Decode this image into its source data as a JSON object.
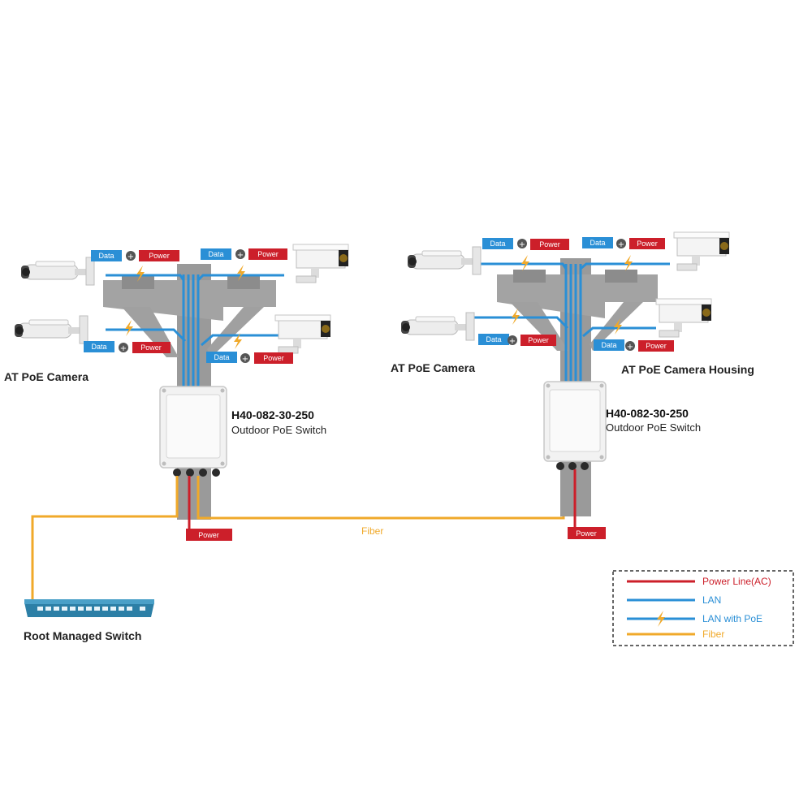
{
  "colors": {
    "power": "#cc1f2a",
    "lan": "#2a8fd6",
    "fiber": "#f0a92a",
    "data_tag": "#2a8fd6",
    "power_tag": "#cc1f2a",
    "pole": "#9a9a9a",
    "switch_body": "#f2f2f2",
    "root_switch": "#2c7fa6"
  },
  "tags": {
    "data": "Data",
    "power": "Power"
  },
  "left_site": {
    "camera_label": "AT PoE Camera",
    "switch_model": "H40-082-30-250",
    "switch_desc": "Outdoor PoE Switch",
    "power_label": "Power"
  },
  "right_site": {
    "camera_label": "AT PoE Camera",
    "housing_label": "AT PoE Camera Housing",
    "switch_model": "H40-082-30-250",
    "switch_desc": "Outdoor PoE Switch",
    "power_label": "Power"
  },
  "fiber_label": "Fiber",
  "root_switch_label": "Root Managed Switch",
  "legend": {
    "power_line": "Power Line(AC)",
    "lan": "LAN",
    "lan_poe": "LAN with PoE",
    "fiber": "Fiber"
  },
  "icons": [
    "bullet-camera-icon",
    "box-camera-housing-icon",
    "lightning-icon",
    "plus-circle-icon",
    "poe-switch-icon",
    "managed-switch-icon"
  ]
}
